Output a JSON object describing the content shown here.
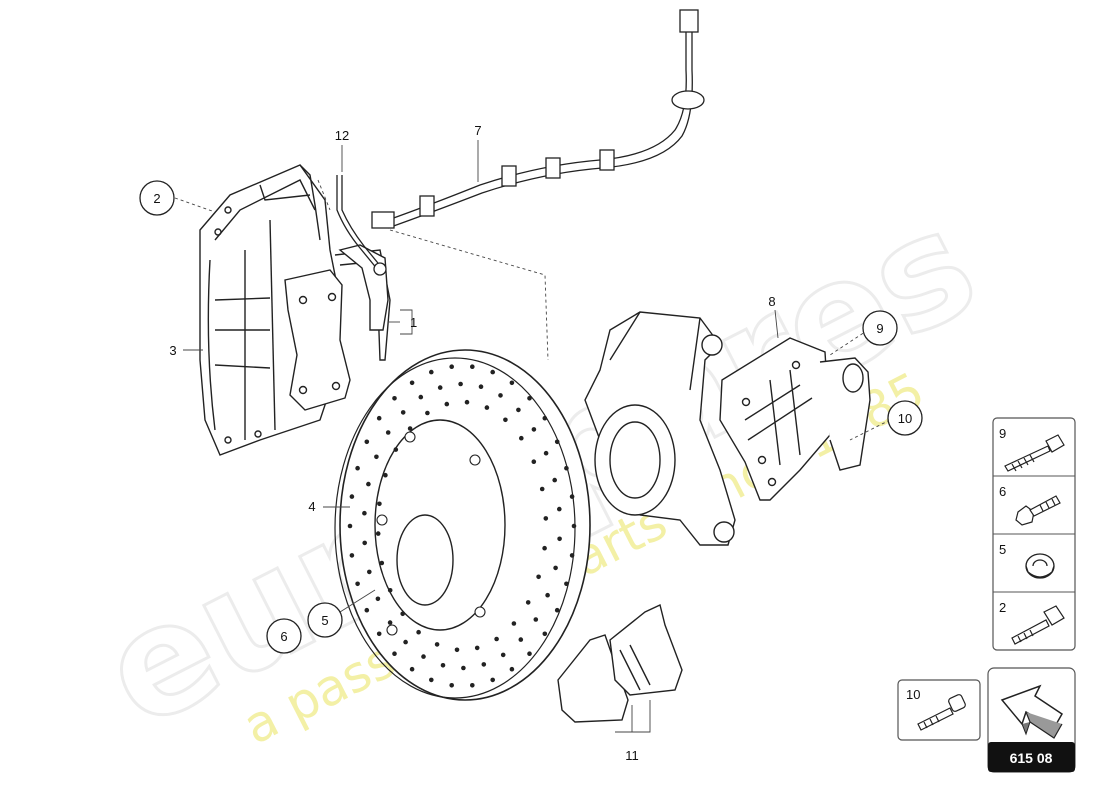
{
  "diagram_ref": "615 08",
  "watermark": {
    "brand": "eurospares",
    "tagline": "a passion for parts since 1985",
    "brand_color": "#ececec",
    "tagline_color": "#f3f0a6"
  },
  "callouts": {
    "c1": "1",
    "c2": "2",
    "c3": "3",
    "c4": "4",
    "c5": "5",
    "c6": "6",
    "c7": "7",
    "c8": "8",
    "c9": "9",
    "c10": "10",
    "c11": "11",
    "c12": "12"
  },
  "parts_legend": [
    {
      "number": "9",
      "icon": "long-bolt-icon"
    },
    {
      "number": "6",
      "icon": "short-bolt-icon"
    },
    {
      "number": "5",
      "icon": "washer-icon"
    },
    {
      "number": "2",
      "icon": "bolt-icon"
    }
  ],
  "extra_part": {
    "number": "10",
    "icon": "screw-icon"
  },
  "nav_icon": "direction-arrow-icon"
}
